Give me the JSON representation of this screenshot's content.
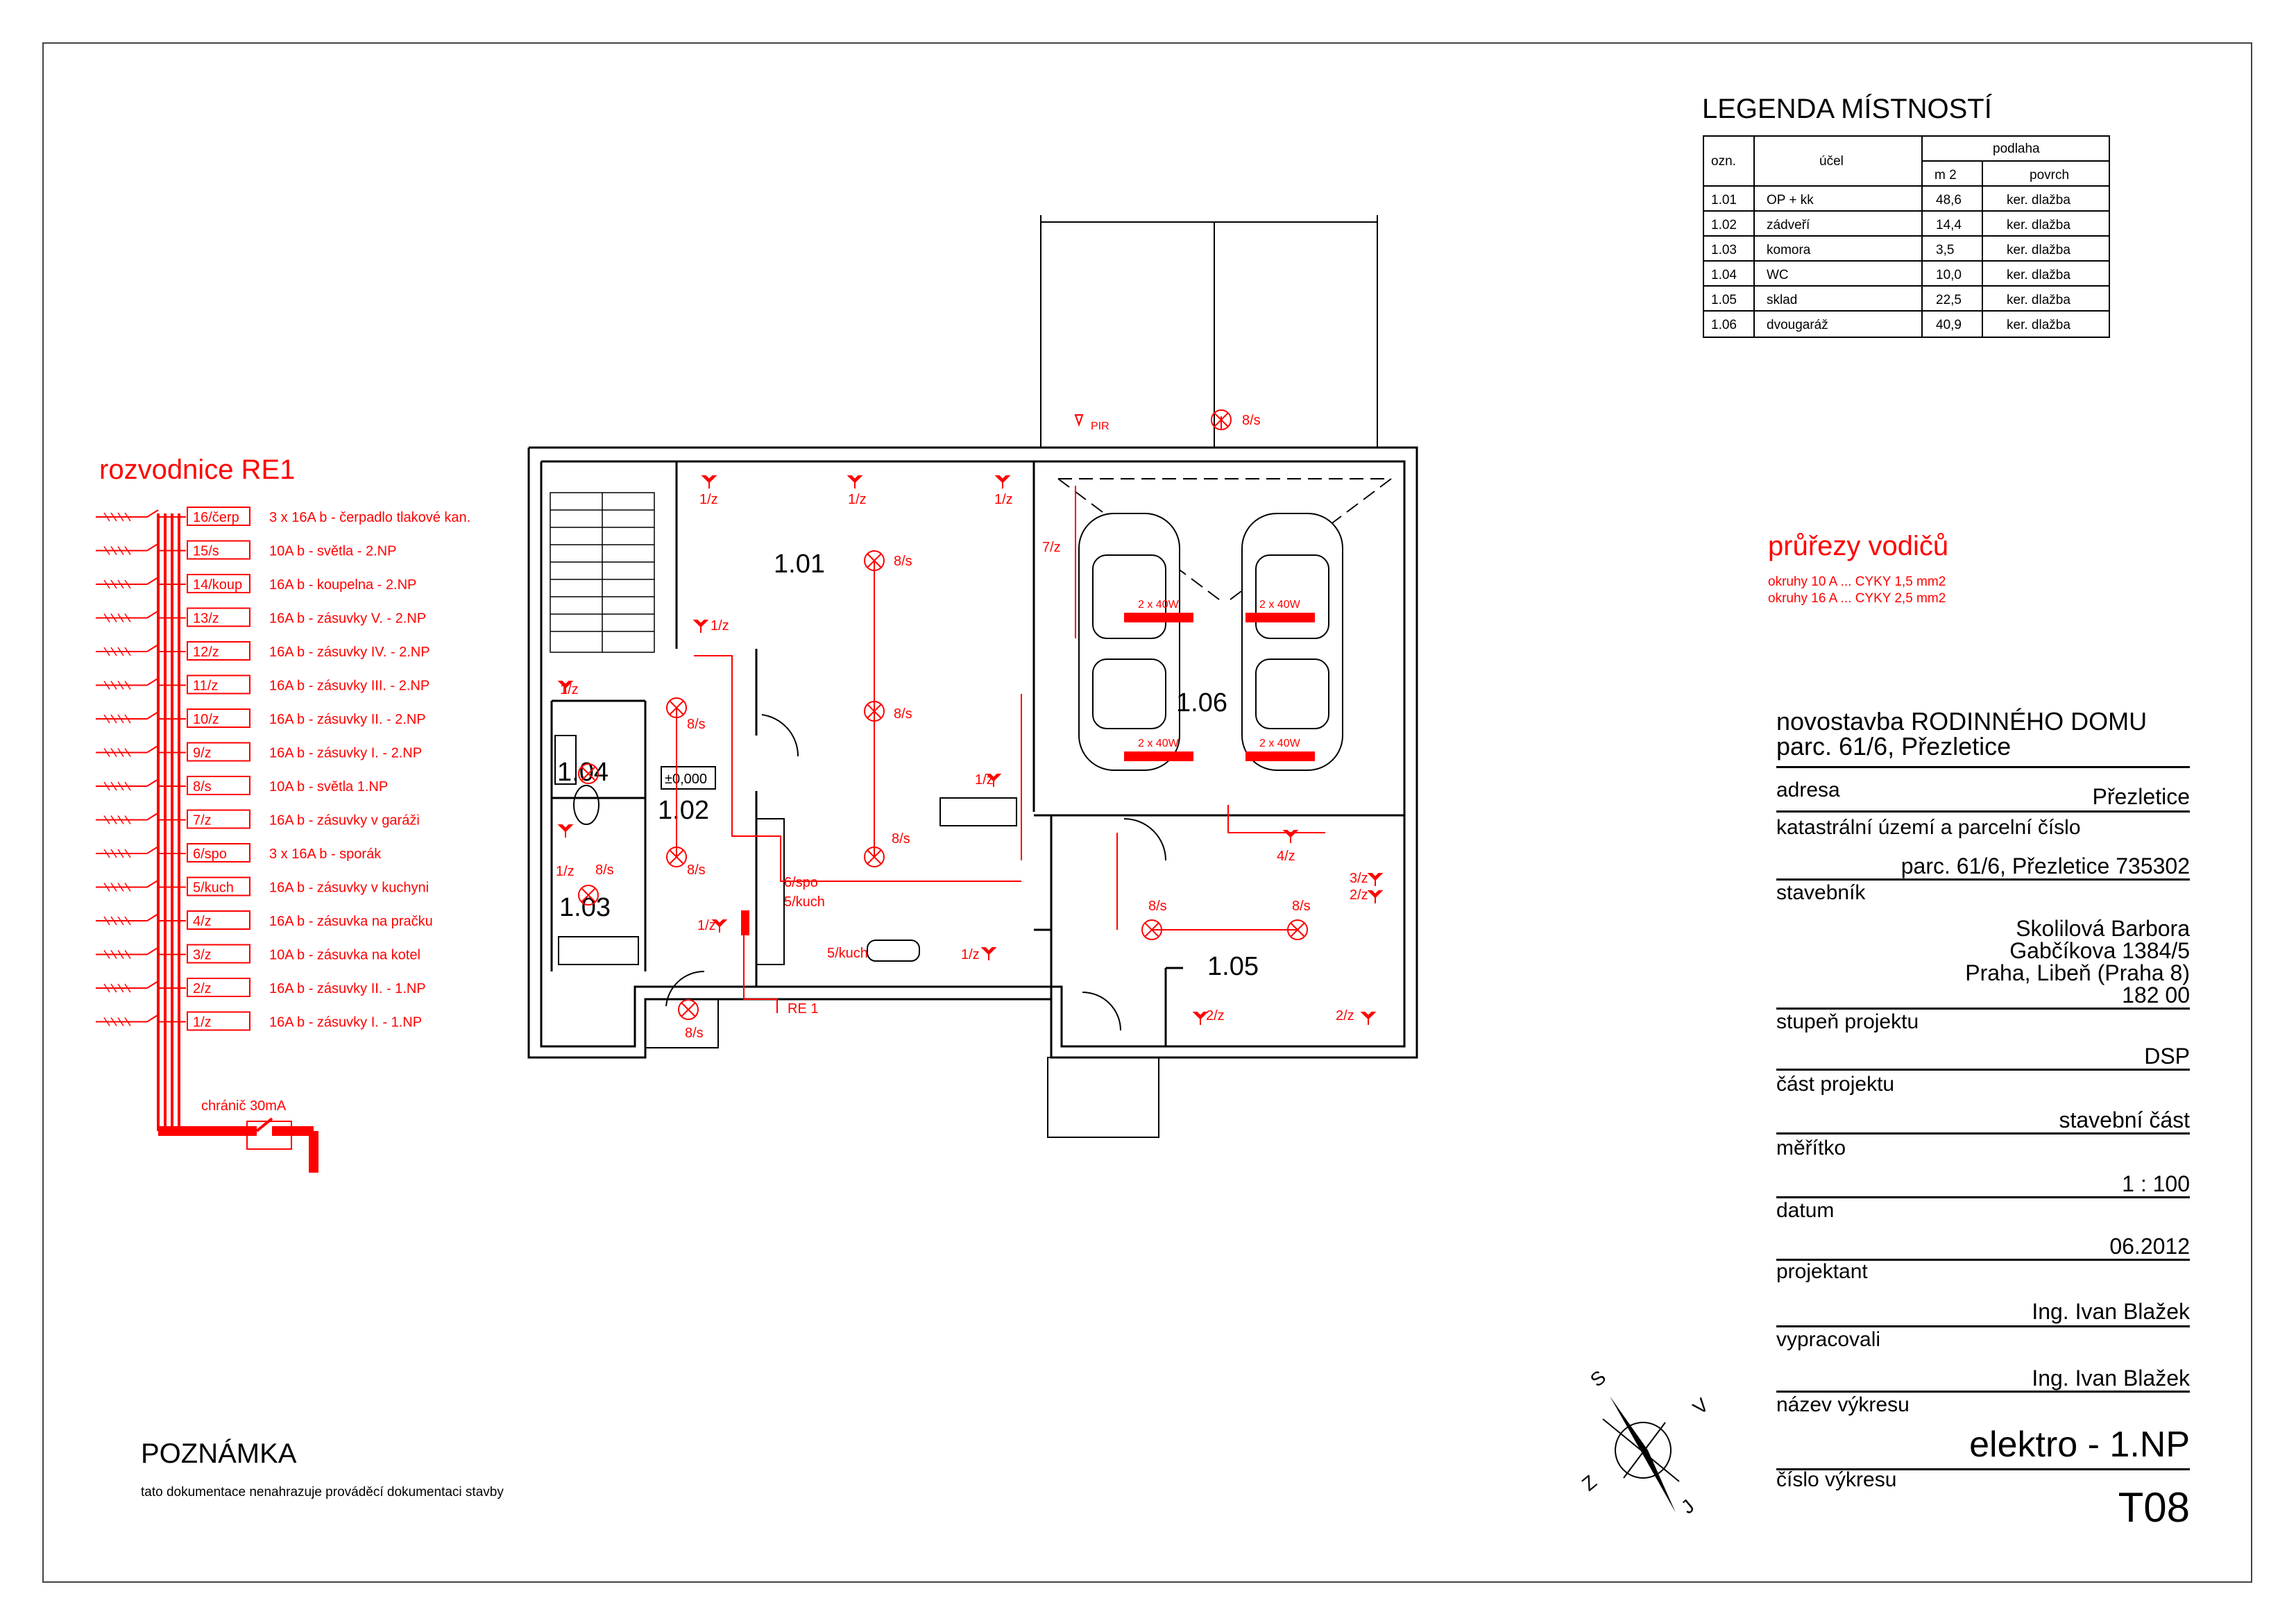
{
  "room_legend": {
    "title": "LEGENDA MÍSTNOSTÍ",
    "headers": {
      "code": "ozn.",
      "purpose": "účel",
      "floor": "podlaha",
      "area": "m 2",
      "surface": "povrch"
    },
    "rows": [
      {
        "code": "1.01",
        "purpose": "OP + kk",
        "area": "48,6",
        "surface": "ker. dlažba"
      },
      {
        "code": "1.02",
        "purpose": "zádveří",
        "area": "14,4",
        "surface": "ker. dlažba"
      },
      {
        "code": "1.03",
        "purpose": "komora",
        "area": "3,5",
        "surface": "ker. dlažba"
      },
      {
        "code": "1.04",
        "purpose": "WC",
        "area": "10,0",
        "surface": "ker. dlažba"
      },
      {
        "code": "1.05",
        "purpose": "sklad",
        "area": "22,5",
        "surface": "ker. dlažba"
      },
      {
        "code": "1.06",
        "purpose": "dvougaráž",
        "area": "40,9",
        "surface": "ker. dlažba"
      }
    ]
  },
  "distribution_board": {
    "title": "rozvodnice RE1",
    "circuits": [
      {
        "id": "16/čerp",
        "desc": "3 x 16A b - čerpadlo tlakové kan."
      },
      {
        "id": "15/s",
        "desc": "10A b - světla - 2.NP"
      },
      {
        "id": "14/koup",
        "desc": "16A b - koupelna - 2.NP"
      },
      {
        "id": "13/z",
        "desc": "16A b - zásuvky V. - 2.NP"
      },
      {
        "id": "12/z",
        "desc": "16A b - zásuvky IV. - 2.NP"
      },
      {
        "id": "11/z",
        "desc": "16A b - zásuvky III. - 2.NP"
      },
      {
        "id": "10/z",
        "desc": "16A b - zásuvky II. - 2.NP"
      },
      {
        "id": "9/z",
        "desc": "16A b - zásuvky I. - 2.NP"
      },
      {
        "id": "8/s",
        "desc": "10A b - světla 1.NP"
      },
      {
        "id": "7/z",
        "desc": "16A b - zásuvky v garáži"
      },
      {
        "id": "6/spo",
        "desc": "3 x 16A b - sporák"
      },
      {
        "id": "5/kuch",
        "desc": "16A b - zásuvky v kuchyni"
      },
      {
        "id": "4/z",
        "desc": "16A b - zásuvka na pračku"
      },
      {
        "id": "3/z",
        "desc": "10A b - zásuvka na kotel"
      },
      {
        "id": "2/z",
        "desc": "16A b - zásuvky II. - 1.NP"
      },
      {
        "id": "1/z",
        "desc": "16A b - zásuvky I. - 1.NP"
      }
    ],
    "rcd_label": "chránič 30mA"
  },
  "cross_sections": {
    "title": "průřezy vodičů",
    "lines": [
      "okruhy 10 A ... CYKY 1,5 mm2",
      "okruhy 16 A ... CYKY 2,5 mm2"
    ]
  },
  "title_block": {
    "project_line1": "novostavba RODINNÉHO DOMU",
    "project_line2": "parc. 61/6, Přezletice",
    "address_label": "adresa",
    "address_value": "Přezletice",
    "cadastre_label": "katastrální území a parcelní číslo",
    "cadastre_value": "parc. 61/6, Přezletice 735302",
    "builder_label": "stavebník",
    "builder_lines": [
      "Skolilová Barbora",
      "Gabčíkova 1384/5",
      "Praha, Libeň (Praha 8)",
      "182 00"
    ],
    "stage_label": "stupeň projektu",
    "stage_value": "DSP",
    "part_label": "část projektu",
    "part_value": "stavební část",
    "scale_label": "měřítko",
    "scale_value": "1 : 100",
    "date_label": "datum",
    "date_value": "06.2012",
    "designer_label": "projektant",
    "designer_value": "Ing. Ivan Blažek",
    "prepared_label": "vypracovali",
    "prepared_value": "Ing. Ivan Blažek",
    "drawing_name_label": "název výkresu",
    "drawing_name_value": "elektro - 1.NP",
    "drawing_no_label": "číslo výkresu",
    "drawing_no_value": "T08"
  },
  "note": {
    "title": "POZNÁMKA",
    "text": "tato dokumentace nenahrazuje prováděcí dokumentaci stavby"
  },
  "compass": {
    "s": "S",
    "v": "V",
    "j": "J",
    "z": "Z"
  },
  "plan": {
    "rooms": {
      "r101": "1.01",
      "r102": "1.02",
      "r103": "1.03",
      "r104": "1.04",
      "r105": "1.05",
      "r106": "1.06"
    },
    "level_mark": "±0,000",
    "board_label": "RE 1",
    "pir_label": "PIR",
    "garage_lamp": "2 x 40W",
    "labels": {
      "s8": "8/s",
      "z1": "1/z",
      "z2": "2/z",
      "z3": "3/z",
      "z4": "4/z",
      "z7": "7/z",
      "spo6": "6/spo",
      "kuch5": "5/kuch"
    }
  },
  "colors": {
    "lines": "#000000",
    "electrical": "#ff0000"
  }
}
